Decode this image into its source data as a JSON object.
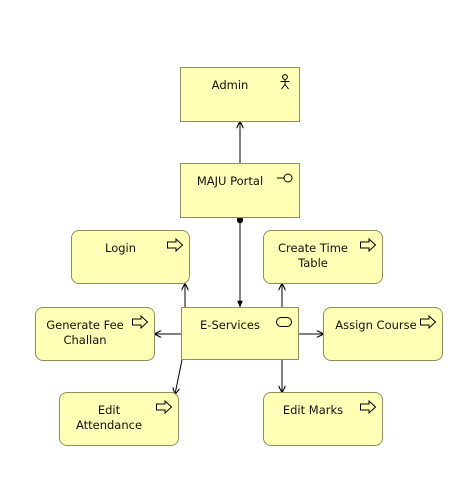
{
  "diagram": {
    "nodes": {
      "admin": {
        "label": "Admin",
        "icon": "actor-icon"
      },
      "portal": {
        "label": "MAJU Portal",
        "icon": "interface-icon"
      },
      "eservices": {
        "label": "E-Services",
        "icon": "service-icon"
      },
      "login": {
        "label": "Login",
        "icon": "process-arrow-icon"
      },
      "timetable": {
        "label": "Create Time\nTable",
        "icon": "process-arrow-icon"
      },
      "challan": {
        "label": "Generate Fee\nChallan",
        "icon": "process-arrow-icon"
      },
      "course": {
        "label": "Assign Course",
        "icon": "process-arrow-icon"
      },
      "attendance": {
        "label": "Edit\nAttendance",
        "icon": "process-arrow-icon"
      },
      "marks": {
        "label": "Edit Marks",
        "icon": "process-arrow-icon"
      }
    },
    "colors": {
      "fill": "#ffffb5",
      "border": "#8f8f5c",
      "line": "#000000",
      "text": "#111111"
    }
  }
}
